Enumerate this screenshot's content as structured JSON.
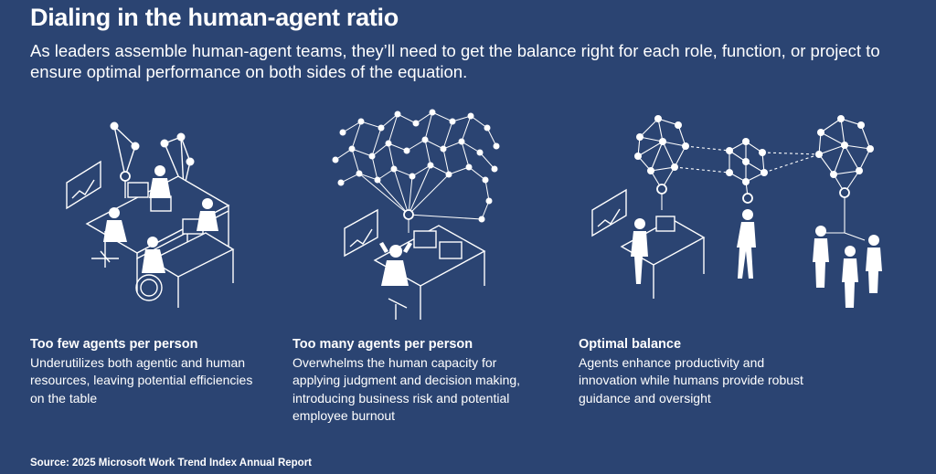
{
  "title": "Dialing in the human-agent ratio",
  "subtitle": "As leaders assemble human-agent teams, they’ll need to get the balance right for each role, function, or project to ensure optimal performance on both sides of the equation.",
  "columns": [
    {
      "heading": "Too few agents per person",
      "body": "Underutilizes both agentic and human resources, leaving potential efficiencies on the table",
      "illustration_icon": "office-team-few-agents-icon"
    },
    {
      "heading": "Too many agents per person",
      "body": "Overwhelms the human capacity for applying judgment and decision making, introducing business risk and potential employee burnout",
      "illustration_icon": "overwhelmed-worker-many-agents-icon"
    },
    {
      "heading": "Optimal balance",
      "body": "Agents enhance productivity and innovation while humans provide robust guidance and oversight",
      "illustration_icon": "balanced-agent-network-icon"
    }
  ],
  "source": "Source: 2025 Microsoft Work Trend Index Annual Report",
  "colors": {
    "background": "#2b4472",
    "text": "#ffffff"
  }
}
